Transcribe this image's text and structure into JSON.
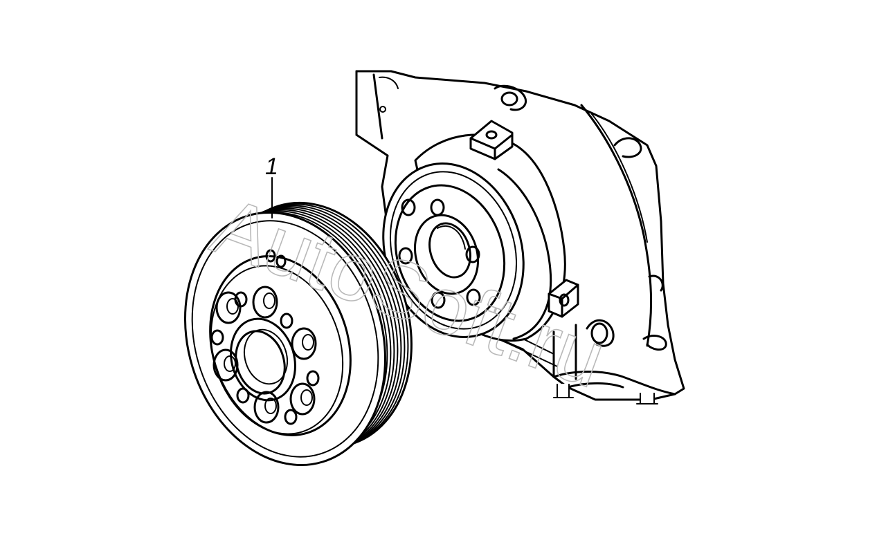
{
  "callouts": [
    {
      "number": "1",
      "part": "crankshaft-damper-pulley"
    }
  ],
  "watermark": {
    "text": "AutoSoft.ru",
    "color": "#b9b9b9"
  },
  "colors": {
    "line": "#000000",
    "background": "#ffffff"
  }
}
